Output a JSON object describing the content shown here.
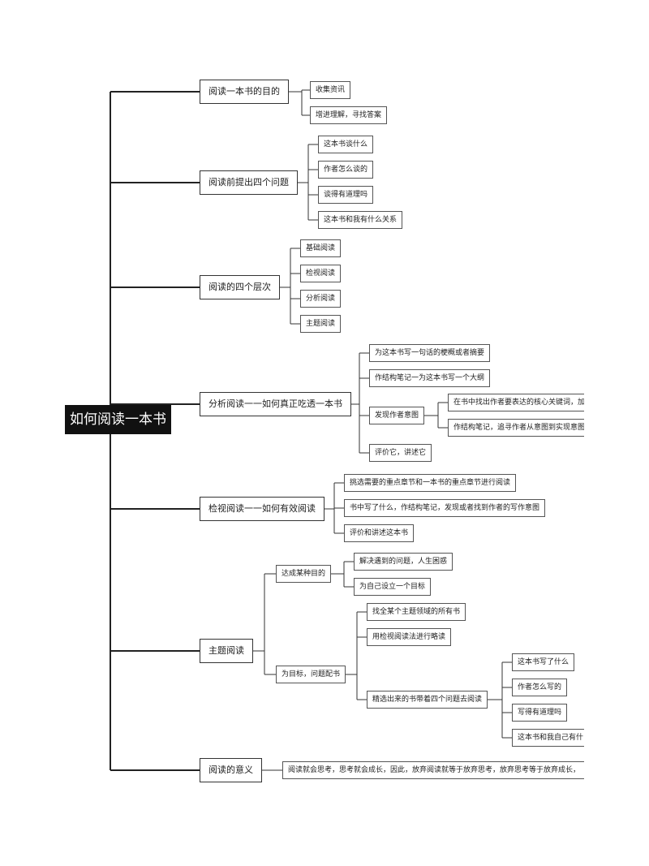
{
  "title": "如何阅读一本书",
  "sections": [
    {
      "label": "阅读一本书的目的",
      "items": [
        {
          "label": "收集资讯"
        },
        {
          "label": "增进理解，寻找答案"
        }
      ]
    },
    {
      "label": "阅读前提出四个问题",
      "items": [
        {
          "label": "这本书谈什么"
        },
        {
          "label": "作者怎么谈的"
        },
        {
          "label": "谈得有道理吗"
        },
        {
          "label": "这本书和我有什么关系"
        }
      ]
    },
    {
      "label": "阅读的四个层次",
      "items": [
        {
          "label": "基础阅读"
        },
        {
          "label": "检视阅读"
        },
        {
          "label": "分析阅读"
        },
        {
          "label": "主题阅读"
        }
      ]
    },
    {
      "label": "分析阅读一一如何真正吃透一本书",
      "items": [
        {
          "label": "为这本书写一句话的梗概或者摘要"
        },
        {
          "label": "作结构笔记一为这本书写一个大纲"
        },
        {
          "label": "发现作者意图",
          "children": [
            {
              "label": "在书中找出作者要表达的核心关键词，加"
            },
            {
              "label": "作结构笔记，追寻作者从意图到实现意图"
            }
          ]
        },
        {
          "label": "评价它，讲述它"
        }
      ]
    },
    {
      "label": "检视阅读一一如何有效阅读",
      "items": [
        {
          "label": "挑选需要的重点章节和一本书的重点章节进行阅读"
        },
        {
          "label": "书中写了什么，作结构笔记，发现或者找到作者的写作意图"
        },
        {
          "label": "评价和讲述这本书"
        }
      ]
    },
    {
      "label": "主题阅读",
      "items": [
        {
          "label": "达成某种目的",
          "children": [
            {
              "label": "解决遇到的问题，人生困惑"
            },
            {
              "label": "为自己设立一个目标"
            }
          ]
        },
        {
          "label": "为目标，问题配书",
          "children": [
            {
              "label": "找全某个主题领域的所有书"
            },
            {
              "label": "用检视阅读法进行略读"
            },
            {
              "label": "精选出来的书带着四个问题去阅读",
              "children": [
                {
                  "label": "这本书写了什么"
                },
                {
                  "label": "作者怎么写的"
                },
                {
                  "label": "写得有道理吗"
                },
                {
                  "label": "这本书和我自己有什"
                }
              ]
            }
          ]
        }
      ]
    },
    {
      "label": "阅读的意义",
      "items": [
        {
          "label": "阅读就会思考，思考就会成长，因此，放弃阅读就等于放弃思考，放弃思考等于放弃成长，"
        }
      ]
    }
  ]
}
